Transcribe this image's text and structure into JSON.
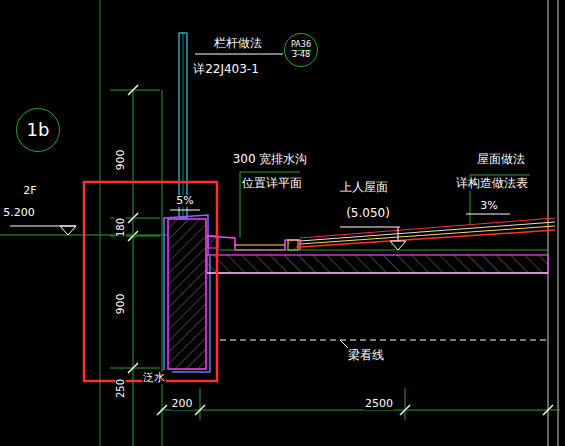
{
  "diagram": {
    "nodes": [
      {
        "text": [
          "1b"
        ]
      },
      {
        "text": [
          "PA36",
          "3-48"
        ]
      }
    ],
    "labels": [
      "栏杆做法",
      "详22J403-1",
      "900",
      "2F",
      "5.200",
      "300 宽排水沟",
      "位置详平面",
      "上人屋面",
      "屋面做法",
      "详构造做法表",
      "5%",
      "180",
      "(5.050)",
      "3%",
      "900",
      "梁看线",
      "泛水",
      "250",
      "200",
      "2500"
    ]
  }
}
